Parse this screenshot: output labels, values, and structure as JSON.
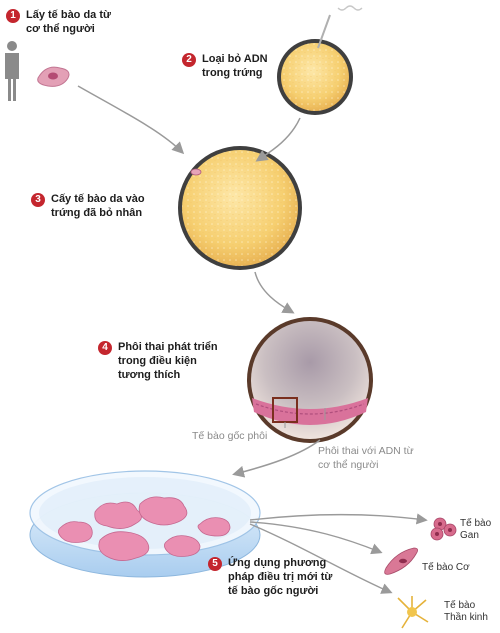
{
  "steps": [
    {
      "number": "1",
      "label": "Lấy tế bào da từ\ncơ thể người"
    },
    {
      "number": "2",
      "label": "Loại bỏ ADN\ntrong trứng"
    },
    {
      "number": "3",
      "label": "Cấy tế bào da vào\ntrứng đã bỏ nhân"
    },
    {
      "number": "4",
      "label": "Phôi thai phát triển\ntrong điều kiện\ntương thích"
    },
    {
      "number": "5",
      "label": "Ứng dụng phương\npháp điều trị mới từ\ntế bào gốc người"
    }
  ],
  "annotations": {
    "stem_cells": "Tế bào gốc phôi",
    "embryo_dna": "Phôi thai với ADN từ\ncơ thể người"
  },
  "cell_types": {
    "liver": "Tế bào\nGan",
    "muscle": "Tế bào Cơ",
    "nerve": "Tế bào\nThần kinh"
  },
  "colors": {
    "step_badge": "#c4262e",
    "egg_fill": "#f7d27a",
    "pink_cells": "#e27aa0",
    "dish": "#bcd9f2"
  }
}
